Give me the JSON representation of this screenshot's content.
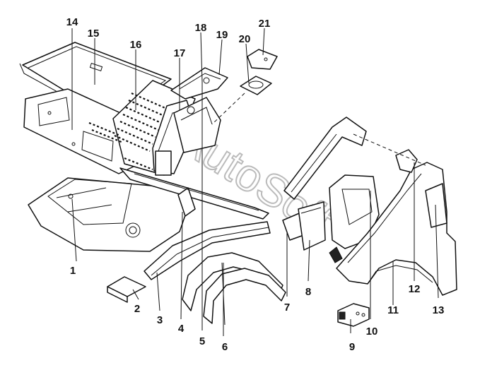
{
  "diagram": {
    "watermark": "AutoSoft",
    "labels": [
      "1",
      "2",
      "3",
      "4",
      "5",
      "6",
      "7",
      "8",
      "9",
      "10",
      "11",
      "12",
      "13",
      "14",
      "15",
      "16",
      "17",
      "18",
      "19",
      "20",
      "21"
    ],
    "colors": {
      "line": "#111111",
      "background": "#ffffff"
    }
  }
}
